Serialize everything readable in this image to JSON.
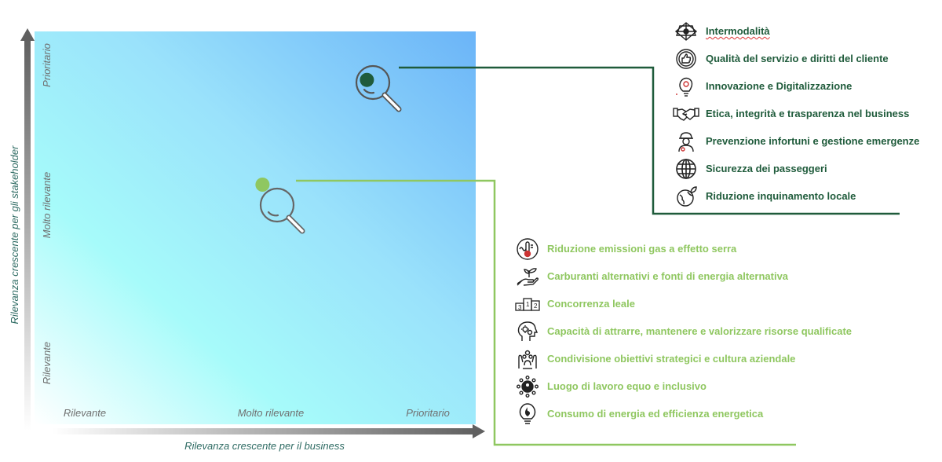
{
  "chart_data": {
    "type": "scatter",
    "xlabel": "Rilevanza crescente per il business",
    "ylabel": "Rilevanza crescente per gli stakeholder",
    "x_ticks": [
      "Rilevante",
      "Molto rilevante",
      "Prioritario"
    ],
    "y_ticks": [
      "Rilevante",
      "Molto rilevante",
      "Prioritario"
    ],
    "xlim": [
      0,
      3
    ],
    "ylim": [
      0,
      3
    ],
    "grid": false,
    "series": [
      {
        "color": "#1f5b3b",
        "points": [
          [
            2.26,
            2.63
          ]
        ]
      },
      {
        "color": "#8fc760",
        "points": [
          [
            1.55,
            1.83
          ]
        ]
      }
    ]
  },
  "groups": [
    {
      "color": "#1f5b3b",
      "items": [
        {
          "label": "Intermodalità",
          "icon": "network-icon"
        },
        {
          "label": "Qualità del servizio e diritti del cliente",
          "icon": "thumbs-up-icon"
        },
        {
          "label": "Innovazione e Digitalizzazione",
          "icon": "lightbulb-gear-icon"
        },
        {
          "label": "Etica, integrità e trasparenza nel business",
          "icon": "handshake-icon"
        },
        {
          "label": "Prevenzione infortuni e gestione emergenze",
          "icon": "worker-helmet-icon"
        },
        {
          "label": "Sicurezza dei passeggeri",
          "icon": "globe-icon"
        },
        {
          "label": "Riduzione inquinamento locale",
          "icon": "earth-leaf-icon"
        }
      ]
    },
    {
      "color": "#8fc760",
      "items": [
        {
          "label": "Riduzione emissioni gas a effetto serra",
          "icon": "thermometer-icon"
        },
        {
          "label": "Carburanti alternativi e fonti di energia alternativa",
          "icon": "hand-plant-icon"
        },
        {
          "label": "Concorrenza leale",
          "icon": "podium-icon"
        },
        {
          "label": "Capacità di attrarre, mantenere e valorizzare risorse qualificate",
          "icon": "head-gears-icon"
        },
        {
          "label": "Condivisione obiettivi strategici e cultura aziendale",
          "icon": "hands-people-icon"
        },
        {
          "label": "Luogo di lavoro equo e inclusivo",
          "icon": "people-circle-icon"
        },
        {
          "label": "Consumo di energia ed efficienza energetica",
          "icon": "bulb-flame-icon"
        }
      ]
    }
  ]
}
